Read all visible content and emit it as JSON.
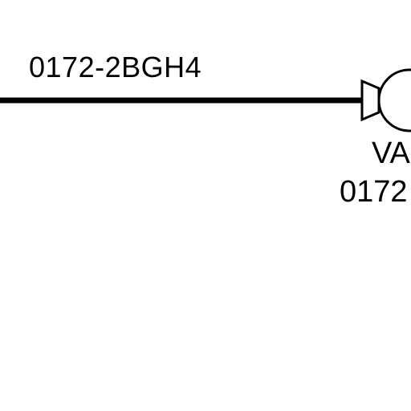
{
  "diagram": {
    "line": {
      "label": "0172-2BGH4"
    },
    "component": {
      "name": "VA",
      "tag": "0172"
    },
    "colors": {
      "stroke": "#000000",
      "background": "#ffffff"
    },
    "icons": {
      "component": "pump-nozzle-icon"
    }
  }
}
